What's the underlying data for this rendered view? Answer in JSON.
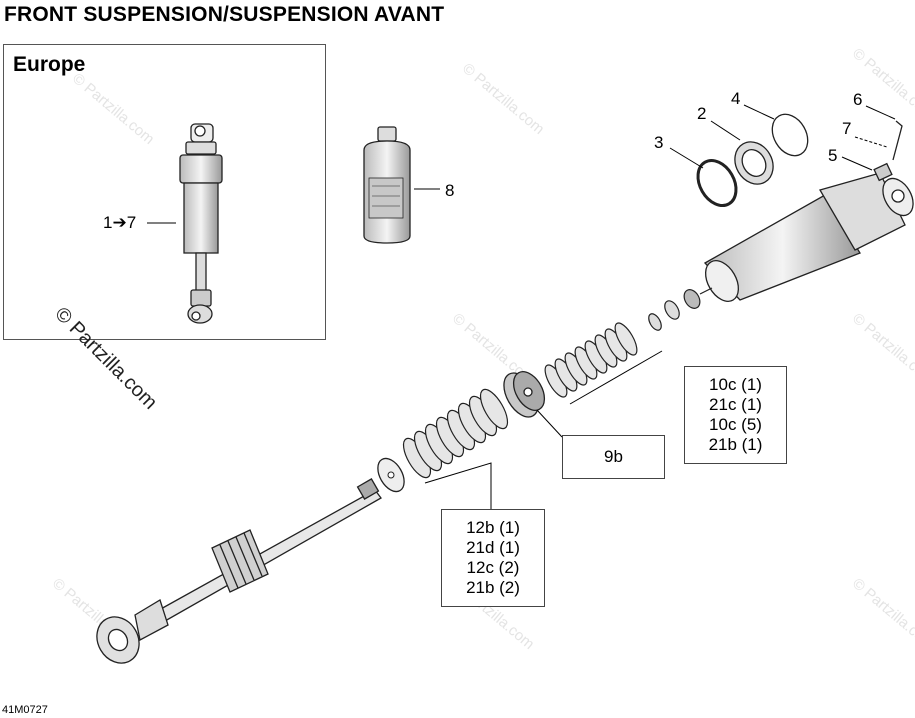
{
  "title": "FRONT SUSPENSION/SUSPENSION AVANT",
  "inset": {
    "label": "Europe",
    "callout": "1➔7"
  },
  "callouts": {
    "c2": "2",
    "c3": "3",
    "c4": "4",
    "c5": "5",
    "c6": "6",
    "c7": "7",
    "c8": "8"
  },
  "boxes": {
    "box_9b": [
      "9b"
    ],
    "box_10c": [
      "10c (1)",
      "21c (1)",
      "10c (5)",
      "21b (1)"
    ],
    "box_12b": [
      "12b (1)",
      "21d (1)",
      "12c (2)",
      "21b (2)"
    ]
  },
  "diagram_code": "41M0727",
  "copyright": "© Partzilla.com",
  "watermark": "© Partzilla.com"
}
